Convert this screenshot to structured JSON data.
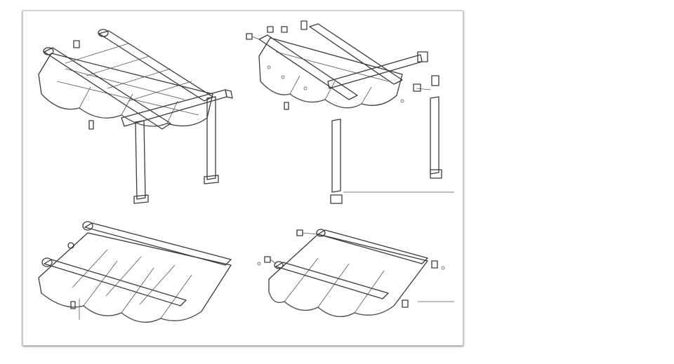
{
  "figure": {
    "panels": [
      {
        "id": "assembled-pergola"
      },
      {
        "id": "exploded-pergola"
      },
      {
        "id": "assembled-roof-module"
      },
      {
        "id": "exploded-roof-module"
      }
    ]
  },
  "colors": {
    "line": "#3a3a3a",
    "panel_fill": "#ededed",
    "beam_fill": "#d9d9d9",
    "post_fill": "#f4f4f4",
    "background": "#ffffff",
    "frame_border": "#c9c9c9"
  }
}
